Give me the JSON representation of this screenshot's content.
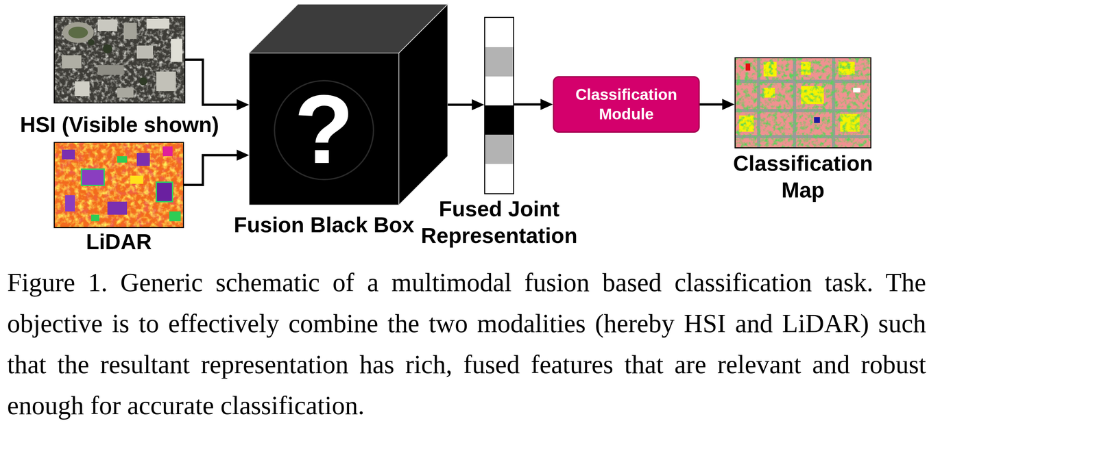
{
  "diagram": {
    "caption": "Figure 1. Generic schematic of a multimodal fusion based classification task. The objective is to effectively combine the two modalities (hereby HSI and LiDAR) such that the resultant representation has rich, fused features that are relevant and robust enough for accurate classification.",
    "nodes": [
      {
        "text": [
          "HSI (Visible shown)"
        ]
      },
      {
        "text": [
          "LiDAR"
        ]
      },
      {
        "text": [
          "?",
          "Fusion Black Box"
        ]
      },
      {
        "text": [
          "Fused Joint Representation"
        ]
      },
      {
        "text": [
          "Classification Module"
        ]
      },
      {
        "text": [
          "Classification Map"
        ]
      }
    ],
    "edges": [
      {
        "from": 0,
        "to": 2,
        "arrow": "to"
      },
      {
        "from": 1,
        "to": 2,
        "arrow": "to"
      },
      {
        "from": 2,
        "to": 3,
        "arrow": "to"
      },
      {
        "from": 3,
        "to": 4,
        "arrow": "to"
      },
      {
        "from": 4,
        "to": 5,
        "arrow": "to"
      }
    ]
  }
}
